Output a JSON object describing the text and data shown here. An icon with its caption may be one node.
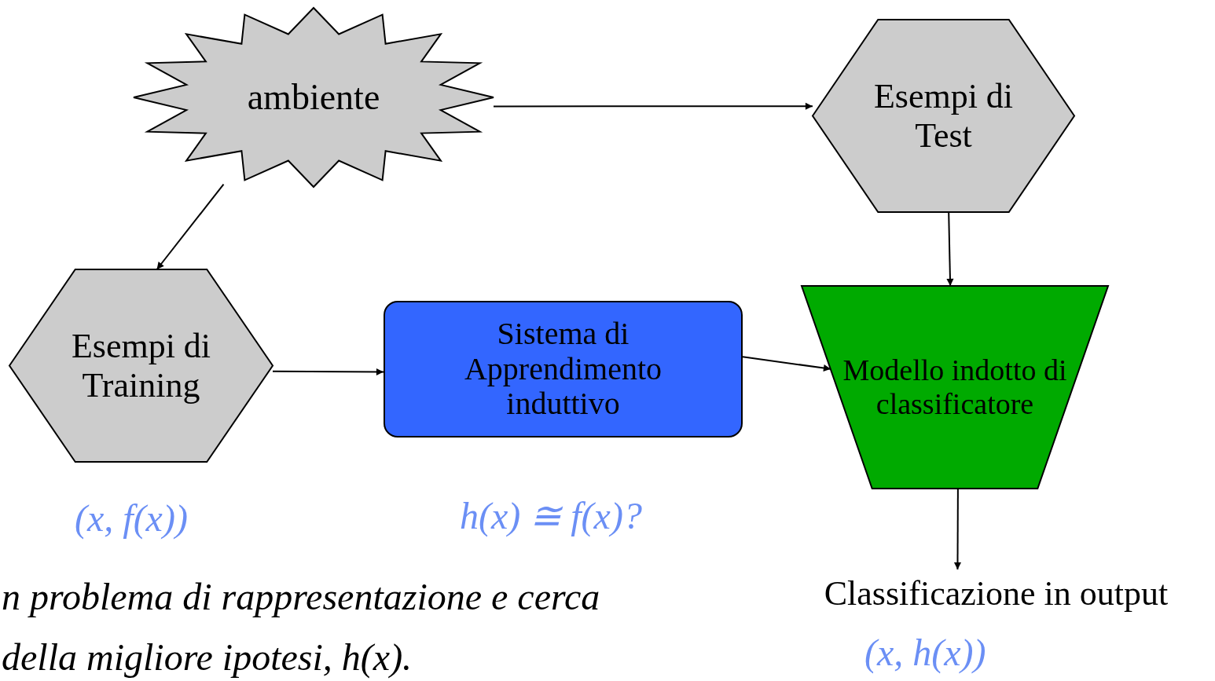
{
  "diagram": {
    "nodes": [
      {
        "text": [
          "ambiente"
        ]
      },
      {
        "text": [
          "Esempi di Test"
        ]
      },
      {
        "text": [
          "Esempi di Training"
        ],
        "beside": [
          "(x, f(x))"
        ]
      },
      {
        "text": [
          "Sistema di Apprendimento induttivo"
        ]
      },
      {
        "text": [
          "Modello indotto di classificatore"
        ]
      },
      {
        "text": [
          "Classificazione in output"
        ],
        "beside": [
          "(x, h(x))"
        ]
      }
    ],
    "edges": [
      {
        "from": 0,
        "to": 1,
        "arrow": "to"
      },
      {
        "from": 0,
        "to": 2,
        "arrow": "to"
      },
      {
        "from": 1,
        "to": 4,
        "arrow": "to"
      },
      {
        "from": 2,
        "to": 3,
        "arrow": "to"
      },
      {
        "from": 3,
        "to": 4,
        "arrow": "to"
      },
      {
        "from": 4,
        "to": 5,
        "arrow": "to"
      }
    ],
    "labels": [
      "h(x) ≅ f(x)?",
      "n problema di rappresentazione e cerca della migliore ipotesi, h(x)."
    ]
  }
}
